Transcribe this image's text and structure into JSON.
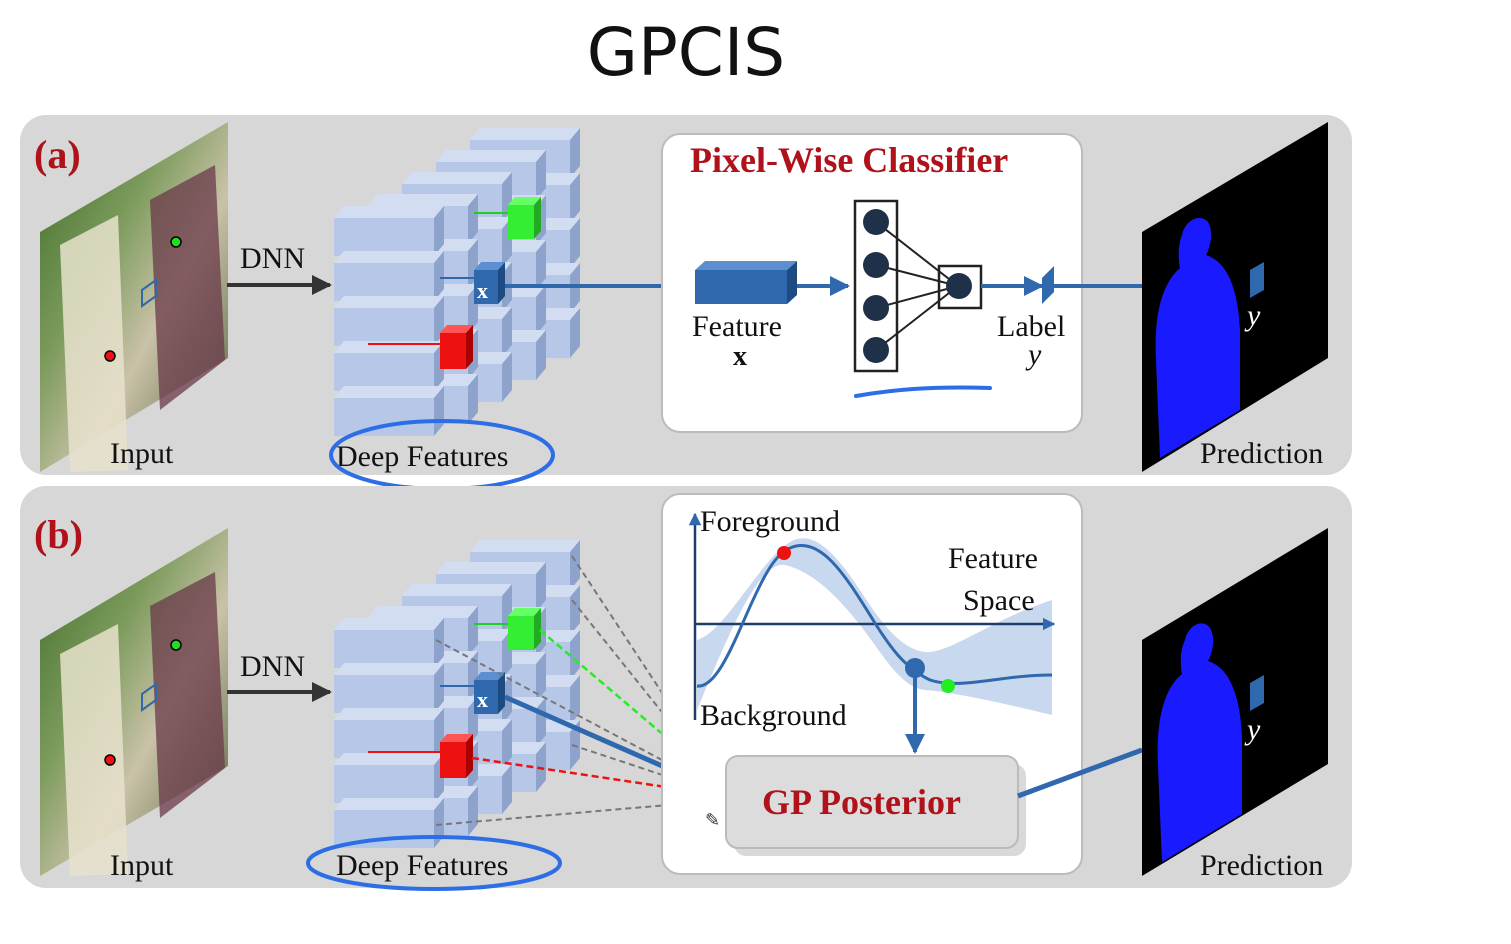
{
  "page_title": "GPCIS",
  "panel_a": {
    "tag": "(a)",
    "input_label": "Input",
    "dnn_label": "DNN",
    "features_label": "Deep Features",
    "feature_symbol": "x",
    "classifier_title": "Pixel-Wise Classifier",
    "feature_text": "Feature",
    "feature_x": "x",
    "label_text": "Label",
    "label_y": "y",
    "prediction_label": "Prediction",
    "prediction_y": "y"
  },
  "panel_b": {
    "tag": "(b)",
    "input_label": "Input",
    "dnn_label": "DNN",
    "features_label": "Deep Features",
    "feature_symbol": "x",
    "foreground_label": "Foreground",
    "feature_space_line1": "Feature",
    "feature_space_line2": "Space",
    "background_label": "Background",
    "gp_posterior": "GP Posterior",
    "prediction_label": "Prediction",
    "prediction_y": "y"
  },
  "colors": {
    "panel_bg": "#d7d7d7",
    "title_red": "#b0121b",
    "line_blue": "#2f68ad",
    "cube_face": "#b6c7e8",
    "mask_blue": "#1a1aff",
    "green_cube": "#33ee33",
    "red_cube": "#ee1111",
    "annotation_blue": "#2d6ee6"
  }
}
